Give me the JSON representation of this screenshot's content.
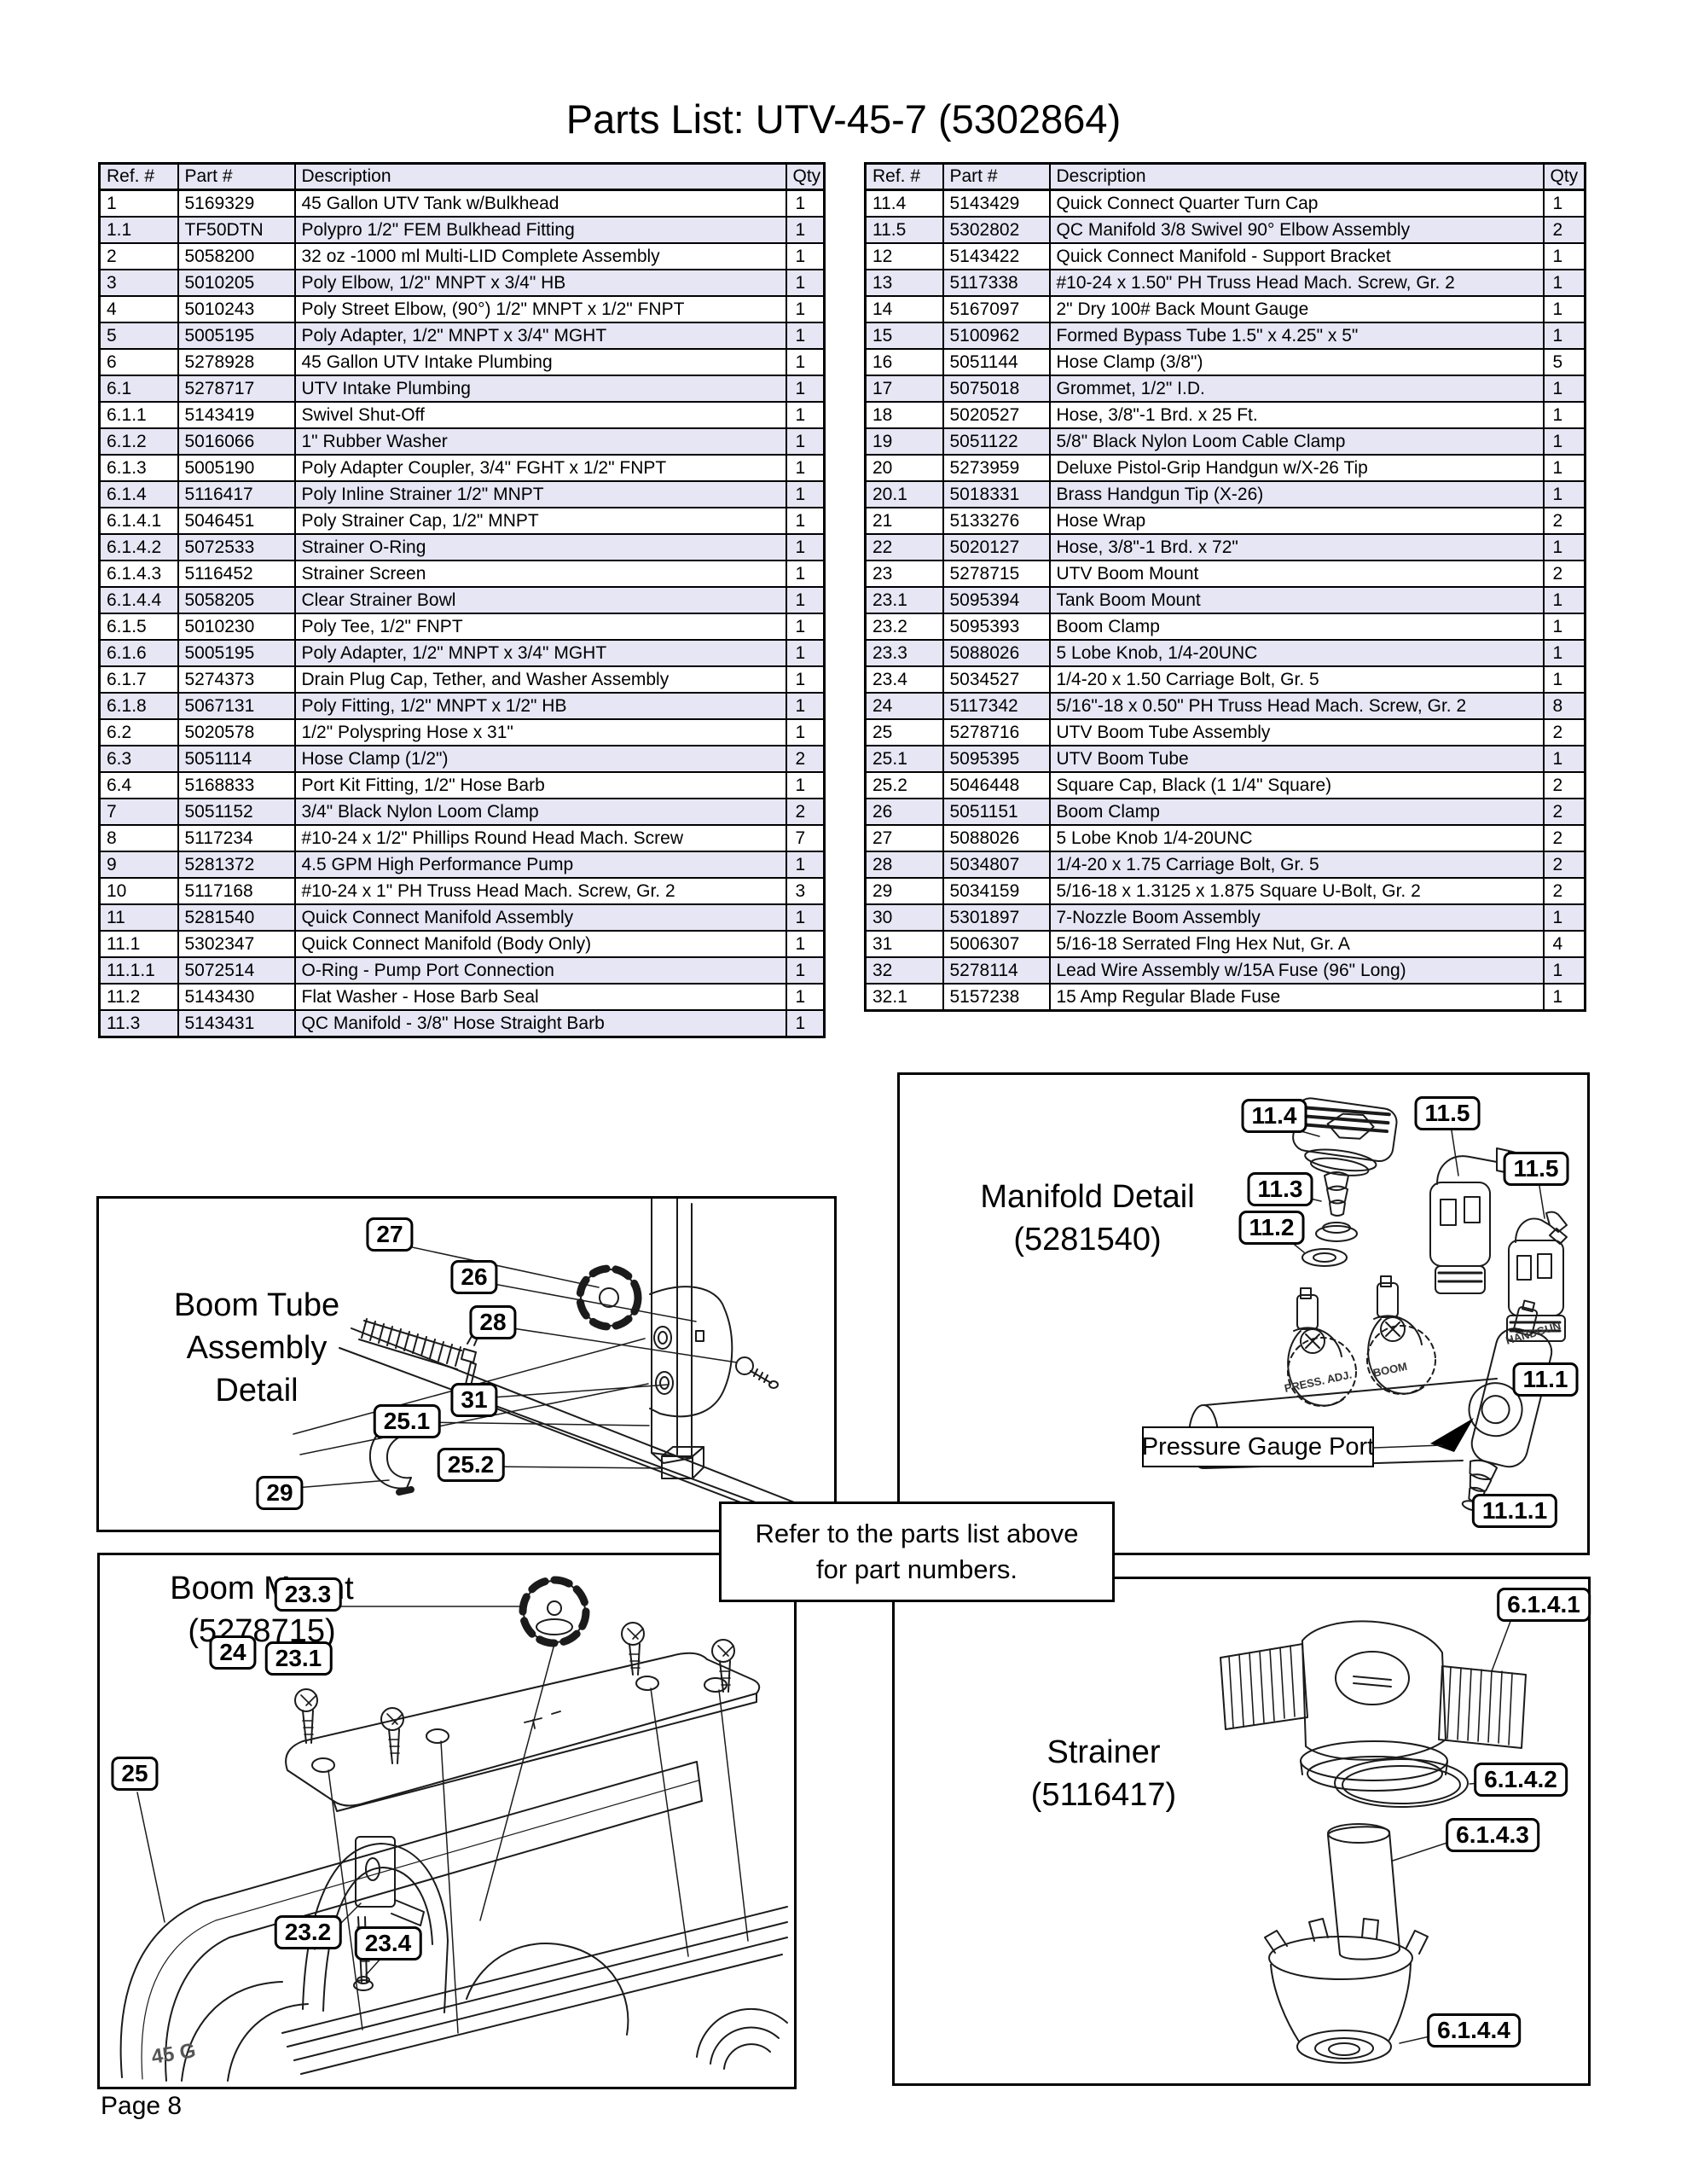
{
  "page": {
    "title": "Parts List: UTV-45-7 (5302864)",
    "page_label": "Page 8"
  },
  "colors": {
    "stripe": "#e6e6f4",
    "line": "#1b1b1b"
  },
  "tables": {
    "headers": [
      "Ref. #",
      "Part #",
      "Description",
      "Qty"
    ],
    "left": {
      "rows": [
        [
          "1",
          "5169329",
          "45 Gallon UTV Tank w/Bulkhead",
          "1"
        ],
        [
          "1.1",
          "TF50DTN",
          "Polypro 1/2\" FEM Bulkhead Fitting",
          "1"
        ],
        [
          "2",
          "5058200",
          "32 oz -1000 ml Multi-LID Complete Assembly",
          "1"
        ],
        [
          "3",
          "5010205",
          "Poly Elbow, 1/2\" MNPT x 3/4\" HB",
          "1"
        ],
        [
          "4",
          "5010243",
          "Poly Street Elbow, (90°) 1/2\" MNPT x 1/2\" FNPT",
          "1"
        ],
        [
          "5",
          "5005195",
          "Poly Adapter, 1/2\" MNPT x 3/4\" MGHT",
          "1"
        ],
        [
          "6",
          "5278928",
          "45 Gallon UTV Intake Plumbing",
          "1"
        ],
        [
          "6.1",
          "5278717",
          "UTV Intake Plumbing",
          "1"
        ],
        [
          "6.1.1",
          "5143419",
          "Swivel Shut-Off",
          "1"
        ],
        [
          "6.1.2",
          "5016066",
          "1\" Rubber Washer",
          "1"
        ],
        [
          "6.1.3",
          "5005190",
          "Poly Adapter Coupler, 3/4\" FGHT x 1/2\" FNPT",
          "1"
        ],
        [
          "6.1.4",
          "5116417",
          "Poly Inline Strainer 1/2\" MNPT",
          "1"
        ],
        [
          "6.1.4.1",
          "5046451",
          "Poly Strainer Cap, 1/2\" MNPT",
          "1"
        ],
        [
          "6.1.4.2",
          "5072533",
          "Strainer O-Ring",
          "1"
        ],
        [
          "6.1.4.3",
          "5116452",
          "Strainer Screen",
          "1"
        ],
        [
          "6.1.4.4",
          "5058205",
          "Clear Strainer Bowl",
          "1"
        ],
        [
          "6.1.5",
          "5010230",
          "Poly Tee, 1/2\" FNPT",
          "1"
        ],
        [
          "6.1.6",
          "5005195",
          "Poly Adapter, 1/2\" MNPT x 3/4\" MGHT",
          "1"
        ],
        [
          "6.1.7",
          "5274373",
          "Drain Plug Cap, Tether, and Washer Assembly",
          "1"
        ],
        [
          "6.1.8",
          "5067131",
          "Poly Fitting, 1/2\" MNPT x 1/2\" HB",
          "1"
        ],
        [
          "6.2",
          "5020578",
          "1/2\" Polyspring Hose x 31\"",
          "1"
        ],
        [
          "6.3",
          "5051114",
          "Hose Clamp (1/2\")",
          "2"
        ],
        [
          "6.4",
          "5168833",
          "Port Kit Fitting, 1/2\" Hose Barb",
          "1"
        ],
        [
          "7",
          "5051152",
          "3/4\" Black Nylon Loom Clamp",
          "2"
        ],
        [
          "8",
          "5117234",
          "#10-24 x 1/2\" Phillips Round Head Mach. Screw",
          "7"
        ],
        [
          "9",
          "5281372",
          "4.5 GPM High Performance Pump",
          "1"
        ],
        [
          "10",
          "5117168",
          "#10-24 x 1\" PH Truss Head Mach. Screw, Gr. 2",
          "3"
        ],
        [
          "11",
          "5281540",
          "Quick Connect Manifold Assembly",
          "1"
        ],
        [
          "11.1",
          "5302347",
          "Quick Connect Manifold (Body Only)",
          "1"
        ],
        [
          "11.1.1",
          "5072514",
          "O-Ring - Pump Port Connection",
          "1"
        ],
        [
          "11.2",
          "5143430",
          "Flat Washer - Hose Barb Seal",
          "1"
        ],
        [
          "11.3",
          "5143431",
          "QC Manifold - 3/8\" Hose Straight Barb",
          "1"
        ]
      ]
    },
    "right": {
      "rows": [
        [
          "11.4",
          "5143429",
          "Quick Connect Quarter Turn Cap",
          "1"
        ],
        [
          "11.5",
          "5302802",
          "QC Manifold 3/8 Swivel 90° Elbow Assembly",
          "2"
        ],
        [
          "12",
          "5143422",
          "Quick Connect Manifold - Support Bracket",
          "1"
        ],
        [
          "13",
          "5117338",
          "#10-24 x 1.50\" PH Truss Head Mach. Screw, Gr. 2",
          "1"
        ],
        [
          "14",
          "5167097",
          "2\" Dry 100# Back Mount Gauge",
          "1"
        ],
        [
          "15",
          "5100962",
          "Formed Bypass Tube 1.5\" x 4.25\" x 5\"",
          "1"
        ],
        [
          "16",
          "5051144",
          "Hose Clamp (3/8\")",
          "5"
        ],
        [
          "17",
          "5075018",
          "Grommet, 1/2\" I.D.",
          "1"
        ],
        [
          "18",
          "5020527",
          "Hose, 3/8\"-1 Brd. x 25 Ft.",
          "1"
        ],
        [
          "19",
          "5051122",
          "5/8\" Black Nylon Loom Cable Clamp",
          "1"
        ],
        [
          "20",
          "5273959",
          "Deluxe Pistol-Grip Handgun w/X-26 Tip",
          "1"
        ],
        [
          "20.1",
          "5018331",
          "Brass Handgun Tip (X-26)",
          "1"
        ],
        [
          "21",
          "5133276",
          "Hose Wrap",
          "2"
        ],
        [
          "22",
          "5020127",
          "Hose, 3/8\"-1 Brd. x 72\"",
          "1"
        ],
        [
          "23",
          "5278715",
          "UTV Boom Mount",
          "2"
        ],
        [
          "23.1",
          "5095394",
          "Tank Boom Mount",
          "1"
        ],
        [
          "23.2",
          "5095393",
          "Boom Clamp",
          "1"
        ],
        [
          "23.3",
          "5088026",
          "5 Lobe Knob, 1/4-20UNC",
          "1"
        ],
        [
          "23.4",
          "5034527",
          "1/4-20 x 1.50 Carriage Bolt, Gr. 5",
          "1"
        ],
        [
          "24",
          "5117342",
          "5/16\"-18 x 0.50\" PH Truss Head Mach. Screw, Gr. 2",
          "8"
        ],
        [
          "25",
          "5278716",
          "UTV Boom Tube Assembly",
          "2"
        ],
        [
          "25.1",
          "5095395",
          "UTV Boom Tube",
          "1"
        ],
        [
          "25.2",
          "5046448",
          "Square Cap, Black (1 1/4\" Square)",
          "2"
        ],
        [
          "26",
          "5051151",
          "Boom Clamp",
          "2"
        ],
        [
          "27",
          "5088026",
          "5 Lobe Knob 1/4-20UNC",
          "2"
        ],
        [
          "28",
          "5034807",
          "1/4-20 x 1.75 Carriage Bolt, Gr. 5",
          "2"
        ],
        [
          "29",
          "5034159",
          "5/16-18 x 1.3125 x 1.875  Square U-Bolt, Gr. 2",
          "2"
        ],
        [
          "30",
          "5301897",
          "7-Nozzle Boom Assembly",
          "1"
        ],
        [
          "31",
          "5006307",
          "5/16-18 Serrated Flng Hex Nut, Gr. A",
          "4"
        ],
        [
          "32",
          "5278114",
          "Lead Wire Assembly w/15A Fuse (96\" Long)",
          "1"
        ],
        [
          "32.1",
          "5157238",
          "15 Amp Regular Blade Fuse",
          "1"
        ]
      ]
    }
  },
  "panels": {
    "boom_tube": {
      "title_lines": [
        "Boom Tube",
        "Assembly",
        "Detail"
      ],
      "callouts": [
        "27",
        "26",
        "28",
        "31",
        "25.1",
        "25.2",
        "29"
      ]
    },
    "manifold": {
      "title_lines": [
        "Manifold Detail",
        "(5281540)"
      ],
      "callouts": [
        "11.4",
        "11.5",
        "11.3",
        "11.5",
        "11.2",
        "11.1",
        "11.1.1"
      ],
      "gauge_label": "Pressure Gauge Port",
      "engraved_labels": [
        "PRESS. ADJ.",
        "BOOM",
        "HANDGUN"
      ]
    },
    "boom_mount": {
      "title_lines": [
        "Boom Mount",
        "(5278715)"
      ],
      "callouts": [
        "23.3",
        "24",
        "23.1",
        "25",
        "23.2",
        "23.4"
      ],
      "tank_text": "45 G"
    },
    "strainer": {
      "title_lines": [
        "Strainer",
        "(5116417)"
      ],
      "callouts": [
        "6.1.4.1",
        "6.1.4.2",
        "6.1.4.3",
        "6.1.4.4"
      ]
    },
    "note": {
      "lines": [
        "Refer to the parts list above",
        "for part numbers."
      ]
    }
  }
}
